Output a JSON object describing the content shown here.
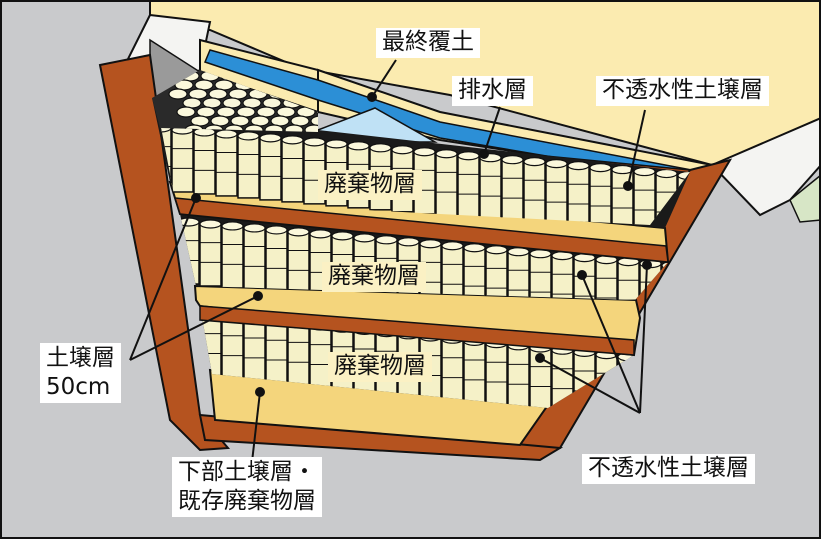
{
  "labels": {
    "final_cover": "最終覆土",
    "drainage": "排水層",
    "impermeable_top": "不透水性土壌層",
    "waste_1": "廃棄物層",
    "waste_2": "廃棄物層",
    "waste_3": "廃棄物層",
    "soil_layer": "土壌層\n50cm",
    "lower_layer": "下部土壌層・\n既存廃棄物層",
    "impermeable_side": "不透水性土壌層"
  },
  "colors": {
    "ground": "#c9cacc",
    "cover_soil": "#fbebb0",
    "soil_layer": "#f4d57c",
    "drain_blue": "#2c8fd6",
    "drain_pool": "#bfe1f5",
    "wall_brown": "#b5531f",
    "drum_fill": "#f5f1c8",
    "drum_top": "#fbf8dc",
    "outline": "#111111"
  },
  "icons": {
    "drum": "waste-drum-icon"
  }
}
